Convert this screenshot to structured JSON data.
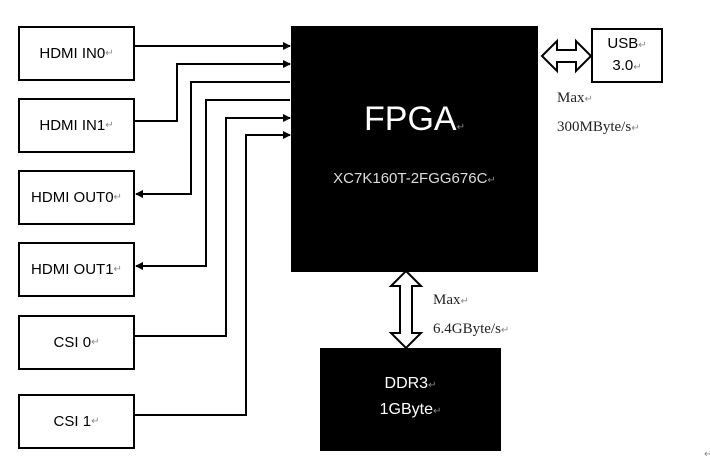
{
  "io_blocks": [
    {
      "label": "HDMI IN0",
      "direction": "in"
    },
    {
      "label": "HDMI IN1",
      "direction": "in"
    },
    {
      "label": "HDMI OUT0",
      "direction": "out"
    },
    {
      "label": "HDMI OUT1",
      "direction": "out"
    },
    {
      "label": "CSI 0",
      "direction": "in"
    },
    {
      "label": "CSI 1",
      "direction": "in"
    }
  ],
  "fpga": {
    "title": "FPGA",
    "part": "XC7K160T-2FGG676C"
  },
  "usb": {
    "line1": "USB",
    "line2": "3.0",
    "speed_line1": "Max",
    "speed_line2": "300MByte/s"
  },
  "ddr": {
    "line1": "DDR3",
    "line2": "1GByte",
    "speed_line1": "Max",
    "speed_line2": "6.4GByte/s"
  },
  "para_mark": "↵"
}
